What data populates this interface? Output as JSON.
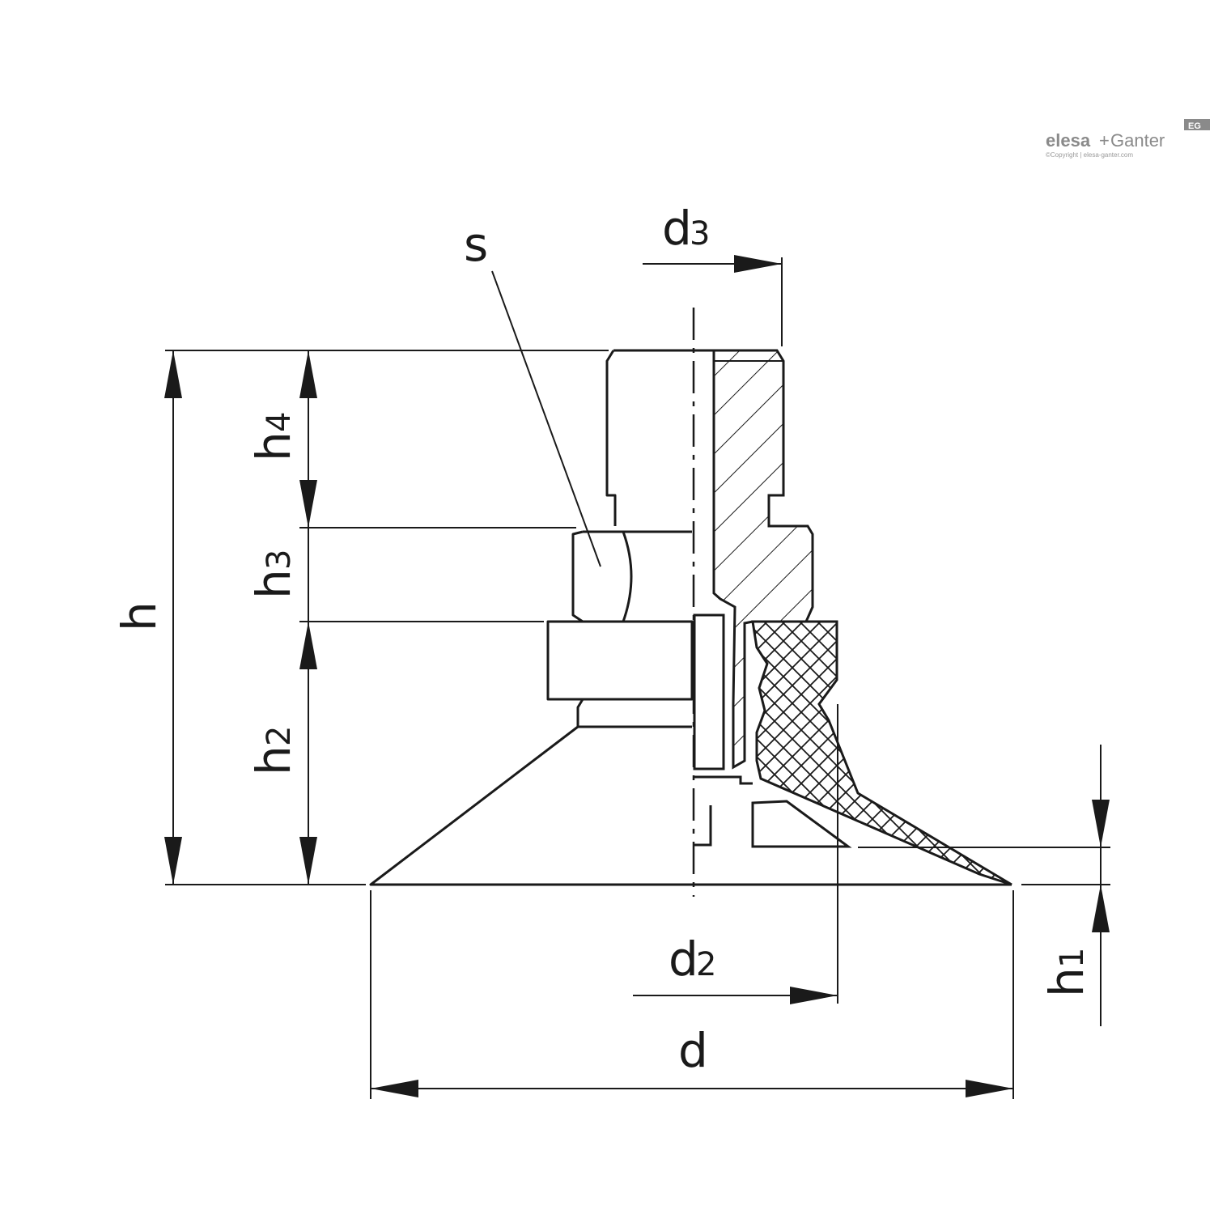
{
  "logo": {
    "brand_bold": "elesa",
    "brand_plus": "+",
    "brand_rest": "Ganter",
    "badge": "EG",
    "copyright": "©Copyright | elesa-ganter.com"
  },
  "labels": {
    "s": "s",
    "d3": {
      "main": "d",
      "sub": "3"
    },
    "h": "h",
    "h4": {
      "main": "h",
      "sub": "4"
    },
    "h3": {
      "main": "h",
      "sub": "3"
    },
    "h2": {
      "main": "h",
      "sub": "2"
    },
    "h1": {
      "main": "h",
      "sub": "1"
    },
    "d2": {
      "main": "d",
      "sub": "2"
    },
    "d": "d"
  },
  "colors": {
    "line": "#1a1a1a",
    "logo": "#8a8a8a"
  }
}
